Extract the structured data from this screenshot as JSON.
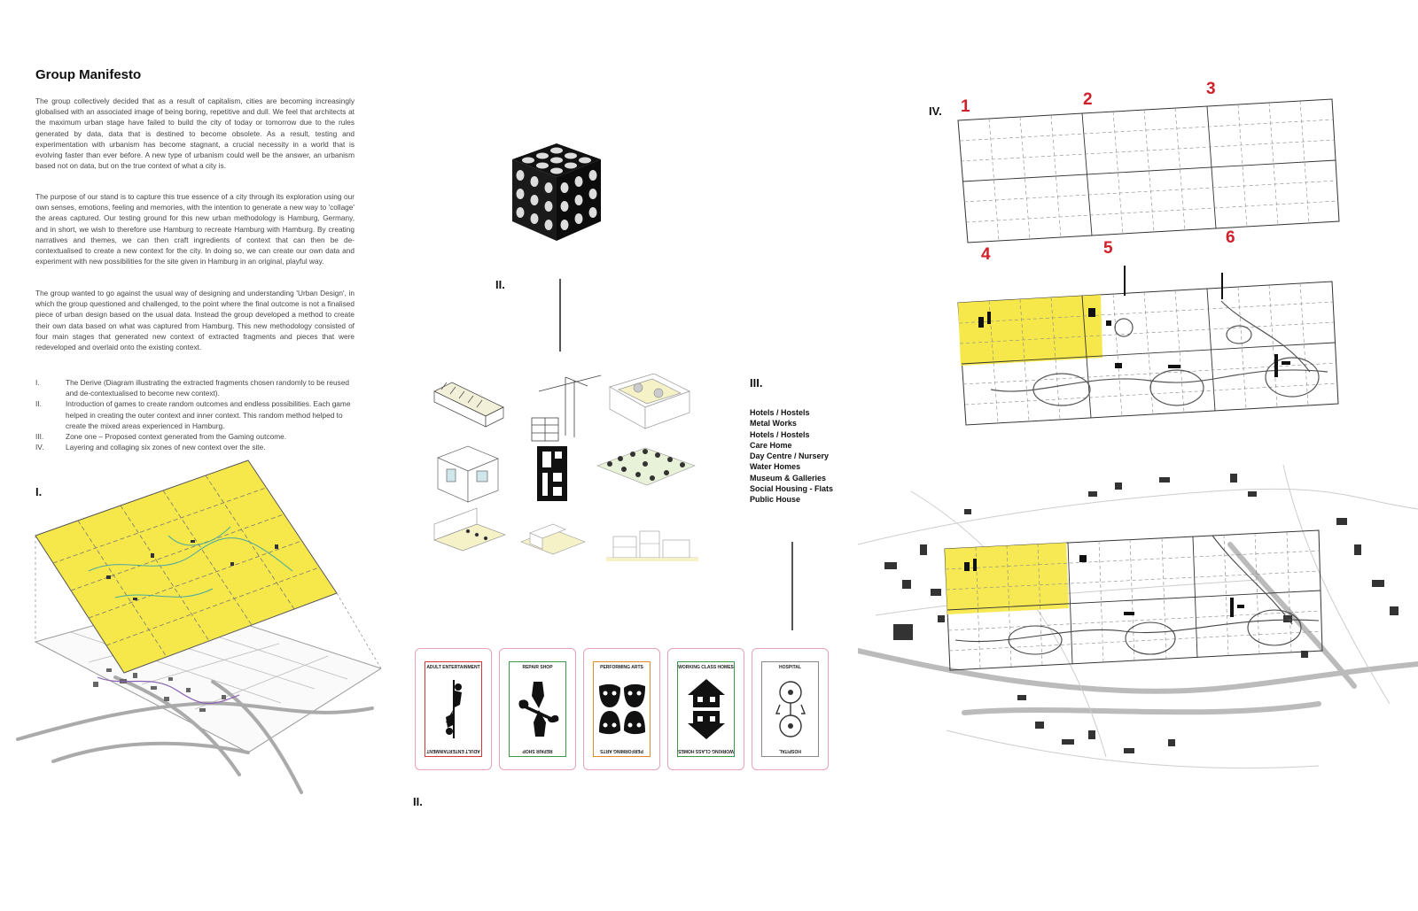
{
  "manifesto": {
    "title": "Group Manifesto",
    "paragraphs": [
      "The group collectively decided that as a result of capitalism, cities are becoming increasingly globalised with an associated image of being boring, repetitive and dull. We feel that architects at the maximum urban stage have failed to build the city of today or tomorrow due to the rules generated by data, data that is destined to become obsolete. As a result, testing and experimentation with urbanism has become stagnant, a crucial necessity in a world that is evolving faster than ever before.  A new type of urbanism could well be the answer, an urbanism based not on data, but on the true context of what a city is.",
      "The purpose of our stand is to capture this true essence of a city through its exploration using our own senses, emotions, feeling and memories, with the intention to generate a new way to 'collage' the areas captured. Our testing ground for this new urban methodology is Hamburg, Germany, and in short, we wish to therefore use Hamburg to recreate Hamburg with Hamburg. By creating narratives and themes, we can then craft ingredients of context that can then be de-contextualised to create a new context for the city. In doing so, we can create our own data and experiment with new possibilities for the site given in Hamburg in an original, playful way.",
      "The group wanted to go against the usual way of designing and understanding 'Urban Design', in which the group questioned and challenged, to the point where the final outcome is not a finalised piece of urban design based on the usual data. Instead the group developed a method to create their own data based on what was captured from Hamburg. This new methodology consisted of four main stages that generated new context of extracted fragments and pieces that were redeveloped and overlaid onto the existing context."
    ],
    "stages": [
      {
        "num": "I.",
        "text": "The Derive (Diagram illustrating the extracted fragments chosen randomly to be reused and de-contextualised to become new context)."
      },
      {
        "num": "II.",
        "text": "Introduction of games to create random outcomes and endless possibilities. Each game helped in creating the outer context and inner context. This random method helped to create the mixed areas experienced in Hamburg."
      },
      {
        "num": "III.",
        "text": "Zone one – Proposed context generated from the Gaming outcome."
      },
      {
        "num": "IV.",
        "text": "Layering and collaging six zones of new context over the site."
      }
    ]
  },
  "section_labels": {
    "one": "I.",
    "two_top": "II.",
    "two_bottom": "II.",
    "three": "III.",
    "four": "IV."
  },
  "zone_list": [
    "Hotels / Hostels",
    "Metal Works",
    "Hotels / Hostels",
    "Care Home",
    "Day Centre / Nursery",
    "Water Homes",
    "Museum & Galleries",
    "Social Housing - Flats",
    "Public House"
  ],
  "zone_numbers": [
    "1",
    "2",
    "3",
    "4",
    "5",
    "6"
  ],
  "cards": [
    {
      "title": "ADULT ENTERTAINMENT",
      "color": "#d23a3a",
      "icon": "pole-dancer-icon"
    },
    {
      "title": "REPAIR SHOP",
      "color": "#3a9a4a",
      "icon": "wrench-hands-icon"
    },
    {
      "title": "PERFORMING ARTS",
      "color": "#e08a2a",
      "icon": "theatre-masks-icon"
    },
    {
      "title": "WORKING CLASS HOMES",
      "color": "#3a9a4a",
      "icon": "house-icon"
    },
    {
      "title": "HOSPITAL",
      "color": "#888888",
      "icon": "hospital-icon"
    }
  ],
  "colors": {
    "zone_highlight": "#f6e84a",
    "zone_number": "#d0202a",
    "card_border": "#e7a3b6"
  }
}
